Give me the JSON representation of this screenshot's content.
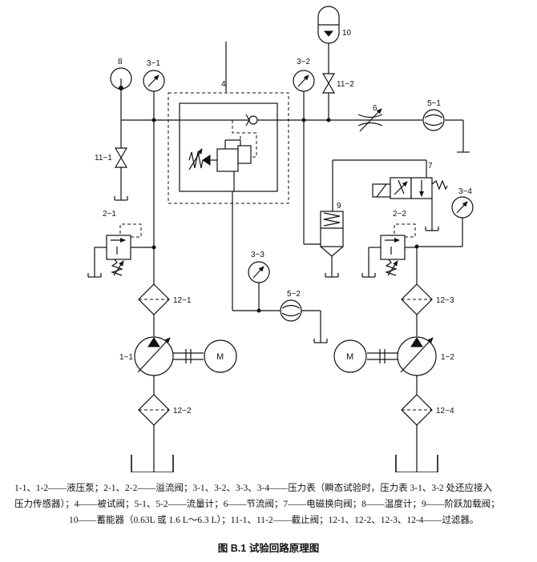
{
  "labels": {
    "p8": "8",
    "p3_1": "3−1",
    "p3_2": "3−2",
    "p3_3": "3−3",
    "p3_4": "3−4",
    "p4": "4",
    "p10": "10",
    "p11_1": "11−1",
    "p11_2": "11−2",
    "p6": "6",
    "p5_1": "5−1",
    "p5_2": "5−2",
    "p7": "7",
    "p9": "9",
    "p2_1": "2−1",
    "p2_2": "2−2",
    "p12_1": "12−1",
    "p12_2": "12−2",
    "p12_3": "12−3",
    "p12_4": "12−4",
    "p1_1": "1−1",
    "p1_2": "1−2",
    "motor_left": "M",
    "motor_right": "M"
  },
  "caption": {
    "line1": "1-1、1-2——液压泵；2-1、2-2——溢流阀；3-1、3-2、3-3、3-4——压力表（瞬态试验时，压力表 3-1、3-2 处还应接入",
    "line2": "压力传感器）；4——被试阀；5-1、5-2——流量计；6——节流阀；7——电磁换向阀；8——温度计；9——阶跃加载阀；",
    "line3": "10——蓄能器（0.63L 或 1.6 L～6.3 L）；11-1、11-2——截止阀；12-1、12-2、12-3、12-4——过滤器。"
  },
  "figure_title": "图 B.1    试验回路原理图"
}
